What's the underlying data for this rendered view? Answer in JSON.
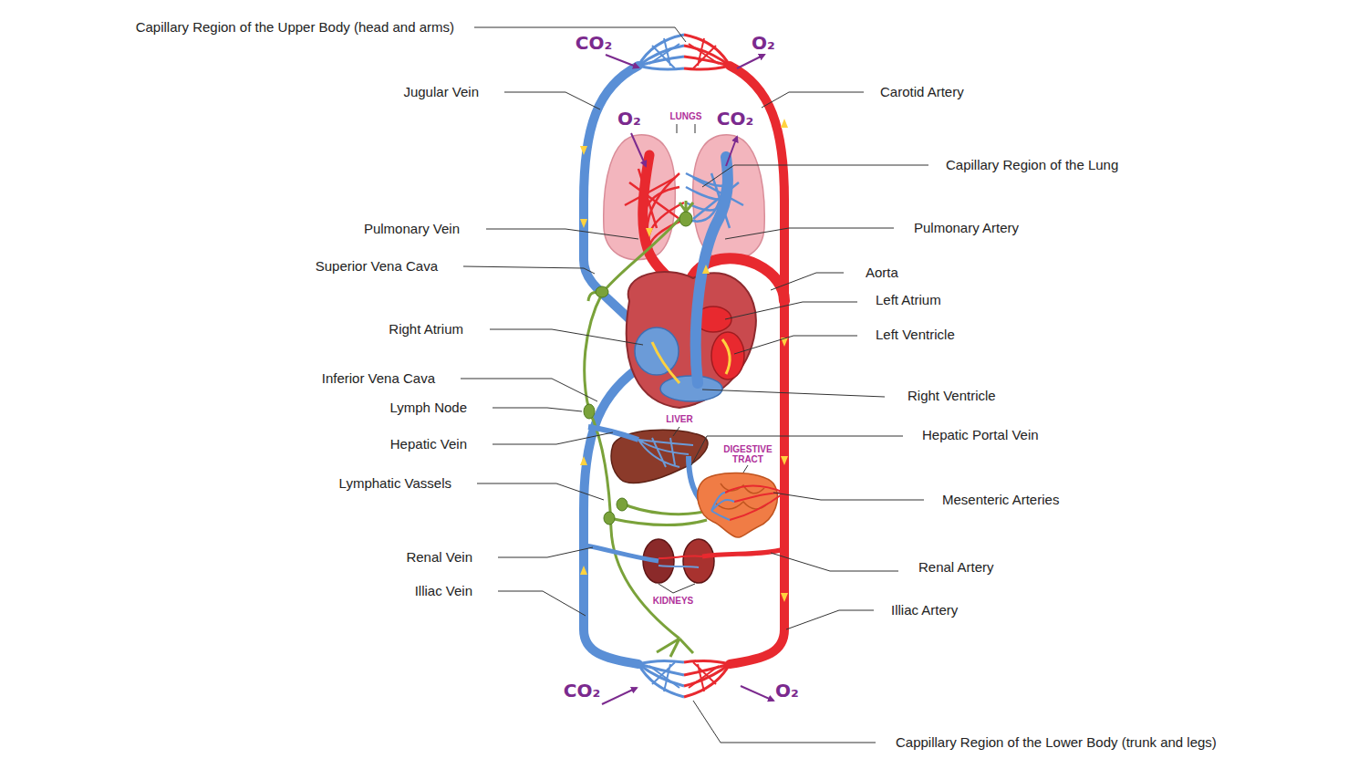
{
  "diagram": {
    "labels": [
      "Capillary Region of the Upper Body (head and arms)",
      "CO₂",
      "O₂",
      "Jugular Vein",
      "Carotid Artery",
      "O₂",
      "LUNGS",
      "CO₂",
      "Capillary Region of the Lung",
      "Pulmonary Vein",
      "Pulmonary Artery",
      "Superior Vena Cava",
      "Aorta",
      "Left Atrium",
      "Right Atrium",
      "Left Ventricle",
      "Inferior Vena Cava",
      "Right Ventricle",
      "Lymph Node",
      "LIVER",
      "Hepatic Portal Vein",
      "Hepatic Vein",
      "DIGESTIVE TRACT",
      "Lymphatic Vassels",
      "Mesenteric Arteries",
      "Renal Vein",
      "Renal Artery",
      "Illiac Vein",
      "KIDNEYS",
      "Illiac Artery",
      "CO₂",
      "O₂",
      "Cappillary Region of the Lower Body (trunk and legs)"
    ]
  }
}
